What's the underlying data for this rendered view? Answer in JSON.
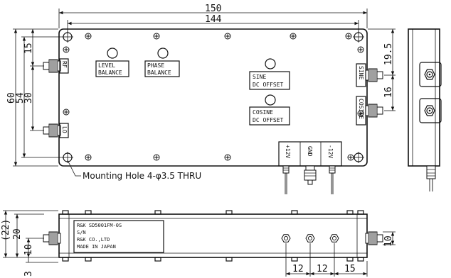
{
  "dimensions": {
    "overall_length": "150",
    "hole_pitch_length": "144",
    "overall_width": "60",
    "hole_pitch_width": "54",
    "port_spacing": "30",
    "rf_offset": "15",
    "sine_offset": "19.5",
    "sine_cosine_spacing": "16",
    "height_ref": "(22)",
    "body_height": "20",
    "connector_height": "10",
    "base_offset": "3",
    "right_connector_height": "10",
    "pin_pitch_1": "12",
    "pin_pitch_2": "12",
    "pin_to_edge": "15"
  },
  "labels": {
    "level_balance_line1": "LEVEL",
    "level_balance_line2": "BALANCE",
    "phase_balance_line1": "PHASE",
    "phase_balance_line2": "BALANCE",
    "sine_offset_line1": "SINE",
    "sine_offset_line2": "DC OFFSET",
    "cosine_offset_line1": "COSINE",
    "cosine_offset_line2": "DC OFFSET",
    "port_rf": "RF",
    "port_lo": "LO",
    "port_sine": "SINE",
    "port_cosine": "COSINE",
    "pin_plus12": "+12V",
    "pin_gnd": "GND",
    "pin_minus12": "-12V",
    "mounting_hole": "Mounting Hole 4-φ3.5 THRU"
  },
  "nameplate": {
    "line1": "R&K SD5001FM-0S",
    "line2": "S/N",
    "line3": "R&K CO.,LTD",
    "line4": "MADE IN JAPAN"
  }
}
